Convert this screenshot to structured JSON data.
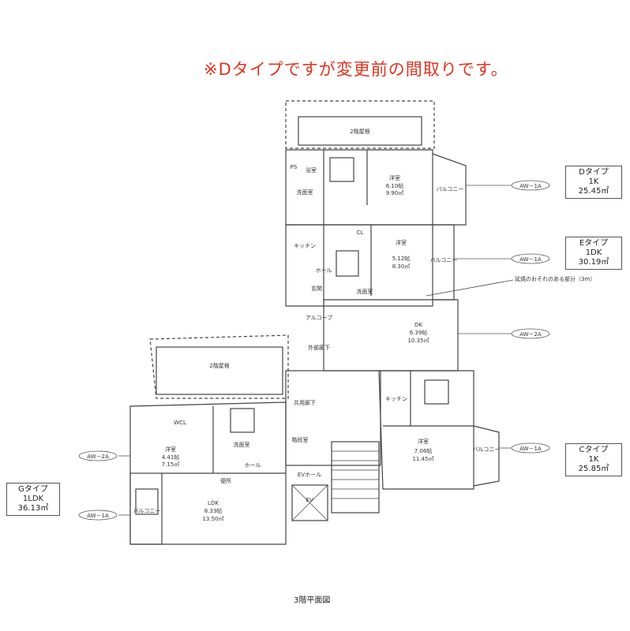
{
  "banner": "※Dタイプですが変更前の間取りです。",
  "caption": "3階平面図",
  "types": {
    "d": {
      "name": "Dタイプ",
      "layout": "1K",
      "area": "25.45㎡"
    },
    "e": {
      "name": "Eタイプ",
      "layout": "1DK",
      "area": "30.19㎡"
    },
    "c": {
      "name": "Cタイプ",
      "layout": "1K",
      "area": "25.85㎡"
    },
    "g": {
      "name": "Gタイプ",
      "layout": "1LDK",
      "area": "36.13㎡"
    }
  },
  "window_tags": {
    "aw1a": "AW－1A",
    "aw2a": "AW－2A"
  },
  "note": "延焼のおそれのある部分（3m）",
  "rooms": {
    "roof_top": "2階屋根",
    "roof_left": "2階屋根",
    "d_western": "洋室",
    "d_western_area": "6.10帖",
    "d_western_m2": "9.90㎡",
    "d_washroom": "洗面室",
    "d_bath": "浴室",
    "balcony": "バルコニー",
    "e_kitchen": "キッチン",
    "e_hall": "ホール",
    "e_entrance": "玄関",
    "e_western": "洋室",
    "e_western_area": "5.12帖",
    "e_western_m2": "8.30㎡",
    "e_washroom": "洗面室",
    "e_dk": "DK",
    "e_dk_area": "6.39帖",
    "e_dk_m2": "10.35㎡",
    "alcove": "アルコーブ",
    "outer_corridor": "外部廊下",
    "common_corridor": "共用廊下",
    "stairs_hall": "階段室",
    "c_western": "洋室",
    "c_western_area": "7.06帖",
    "c_western_m2": "11.45㎡",
    "c_kitchen": "キッチン",
    "g_western": "洋室",
    "g_western_area": "4.41帖",
    "g_western_m2": "7.15㎡",
    "g_ldk": "LDK",
    "g_ldk_area": "8.33帖",
    "g_ldk_m2": "13.50㎡",
    "g_hall": "ホール",
    "g_washroom": "洗面室",
    "g_toilet": "便所",
    "elevator": "EV",
    "cl": "CL",
    "ps": "PS",
    "wcl": "WCL",
    "ev_hall": "EVホール"
  }
}
